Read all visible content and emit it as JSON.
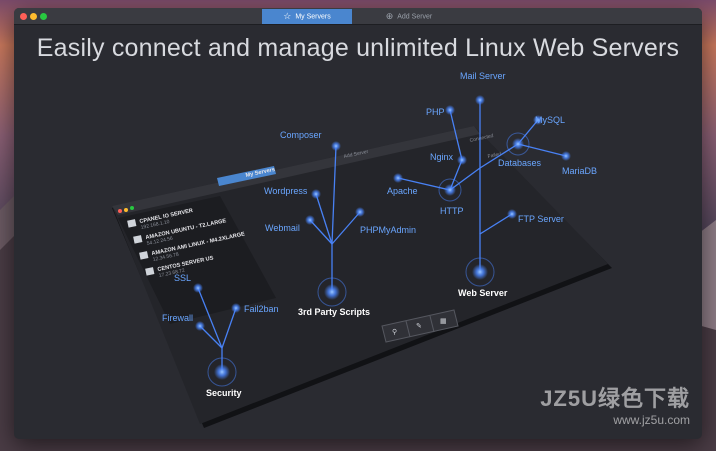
{
  "window": {
    "tabs": [
      {
        "label": "My Servers",
        "icon": "star-icon",
        "active": true
      },
      {
        "label": "Add Server",
        "icon": "plus-circle-icon",
        "active": false
      }
    ],
    "headline": "Easily connect and manage unlimited Linux Web Servers"
  },
  "inner_app": {
    "tabs": [
      {
        "label": "My Servers"
      },
      {
        "label": "Add Server"
      }
    ],
    "servers": [
      {
        "name": "CPANEL IO SERVER",
        "ip": "192.168.1.10"
      },
      {
        "name": "AMAZON UBUNTU - T2.LARGE",
        "ip": "54.12.24.56"
      },
      {
        "name": "AMAZON AMI LINUX - M4.2XLARGE",
        "ip": "12.34.56.78"
      },
      {
        "name": "CENTOS SERVER US",
        "ip": "17.23.68.72"
      }
    ],
    "status": [
      "Connected",
      "Failed"
    ]
  },
  "diagram": {
    "groups": [
      {
        "label": "Security",
        "branches": [
          "SSL",
          "Firewall",
          "Fail2ban"
        ]
      },
      {
        "label": "3rd Party Scripts",
        "branches": [
          "Composer",
          "Wordpress",
          "Webmail",
          "PHPMyAdmin"
        ]
      },
      {
        "label": "Web Server",
        "branches": [
          "Apache",
          "HTTP",
          "Nginx",
          "PHP",
          "Mail Server",
          "MySQL",
          "Databases",
          "MariaDB",
          "FTP Server"
        ]
      }
    ]
  },
  "watermark": {
    "brand": "JZ5U绿色下载",
    "url": "www.jz5u.com"
  },
  "colors": {
    "accent": "#4a86cf",
    "node": "#6aa6ff",
    "window_bg": "#2a2b31"
  }
}
